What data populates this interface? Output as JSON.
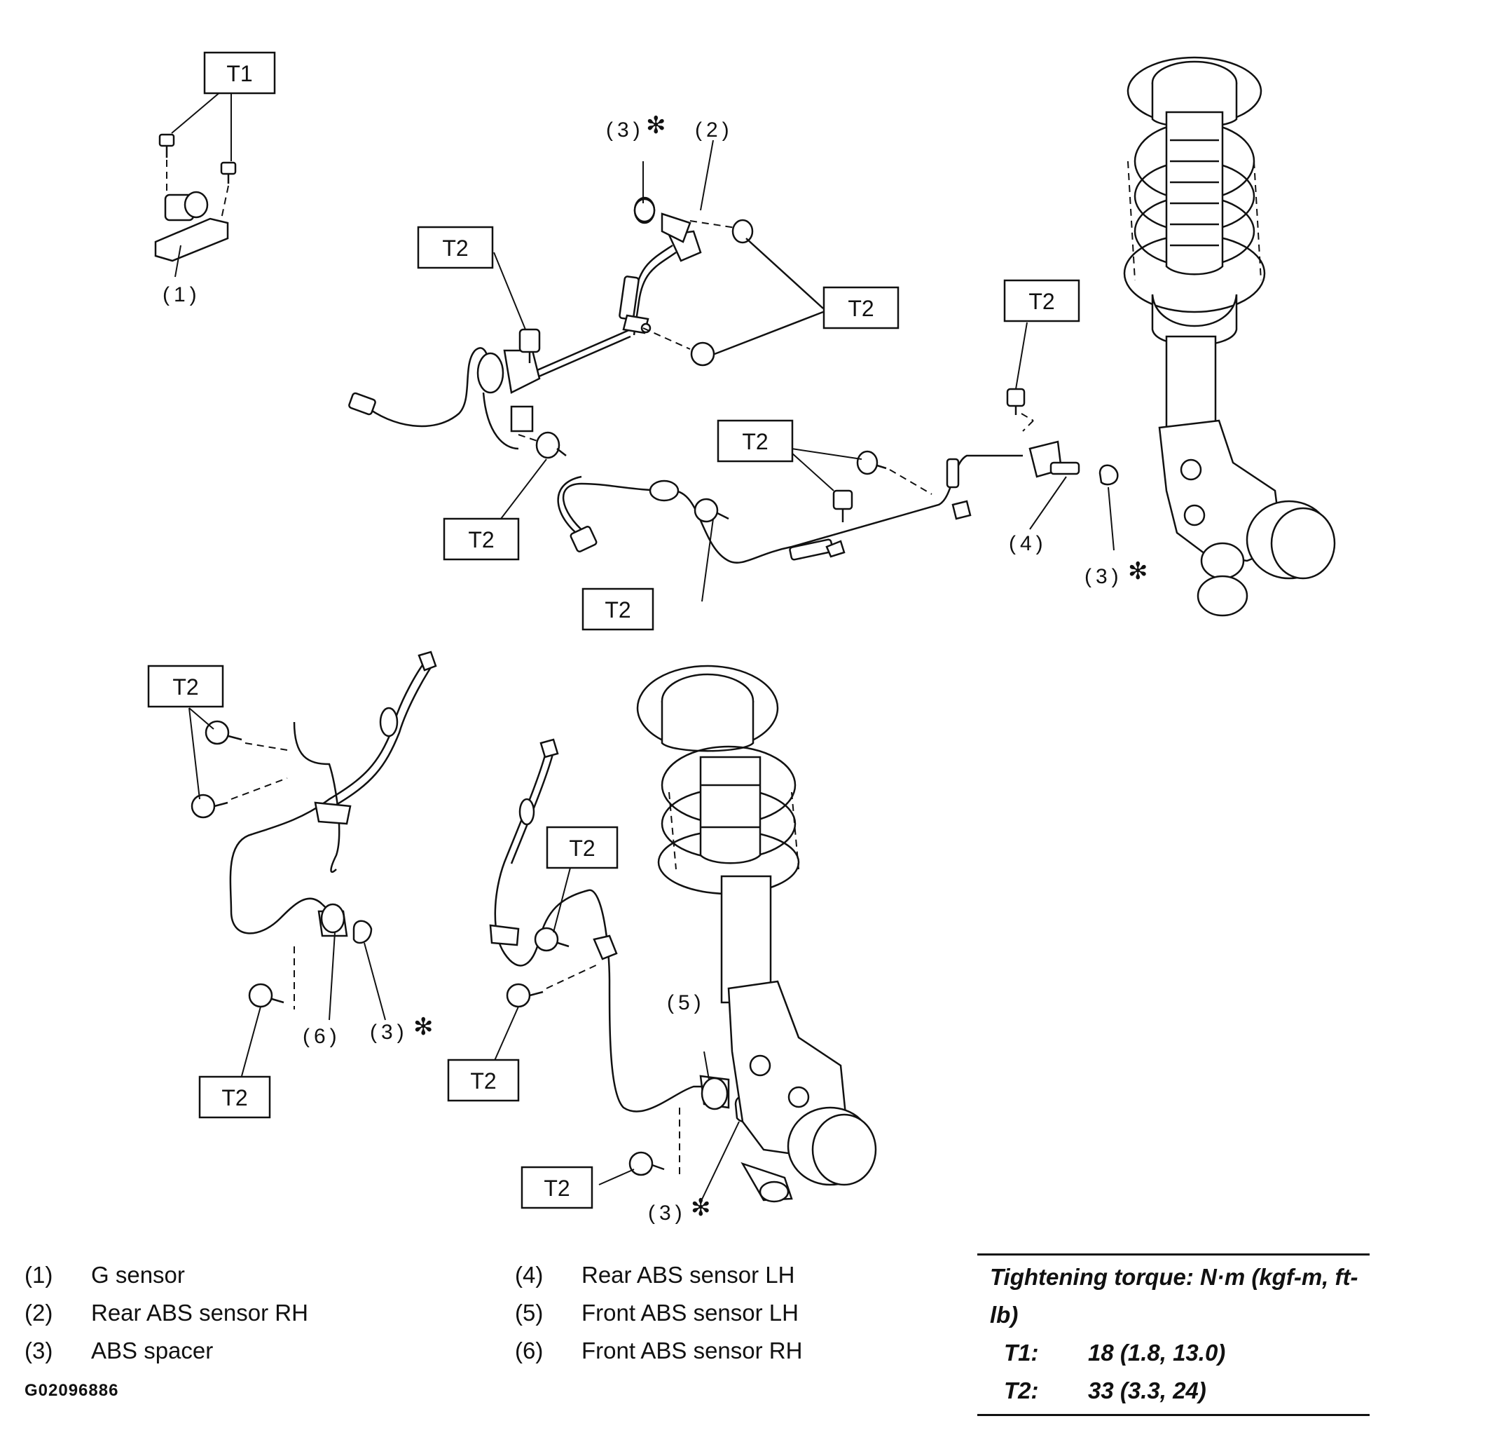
{
  "callouts": {
    "t1": "T1",
    "t2": "T2",
    "n1": "(1)",
    "n2": "(2)",
    "n3": "(3)",
    "n4": "(4)",
    "n5": "(5)",
    "n6": "(6)",
    "asterisk": "✻"
  },
  "legend": [
    {
      "num": "(1)",
      "label": "G sensor"
    },
    {
      "num": "(2)",
      "label": "Rear ABS sensor RH"
    },
    {
      "num": "(3)",
      "label": "ABS spacer"
    },
    {
      "num": "(4)",
      "label": "Rear ABS sensor LH"
    },
    {
      "num": "(5)",
      "label": "Front ABS sensor LH"
    },
    {
      "num": "(6)",
      "label": "Front ABS sensor RH"
    }
  ],
  "torque": {
    "header": "Tightening torque: N·m (kgf-m, ft-lb)",
    "rows": [
      {
        "key": "T1:",
        "value": "18 (1.8, 13.0)"
      },
      {
        "key": "T2:",
        "value": "33 (3.3, 24)"
      }
    ]
  },
  "figure_code": "G02096886"
}
